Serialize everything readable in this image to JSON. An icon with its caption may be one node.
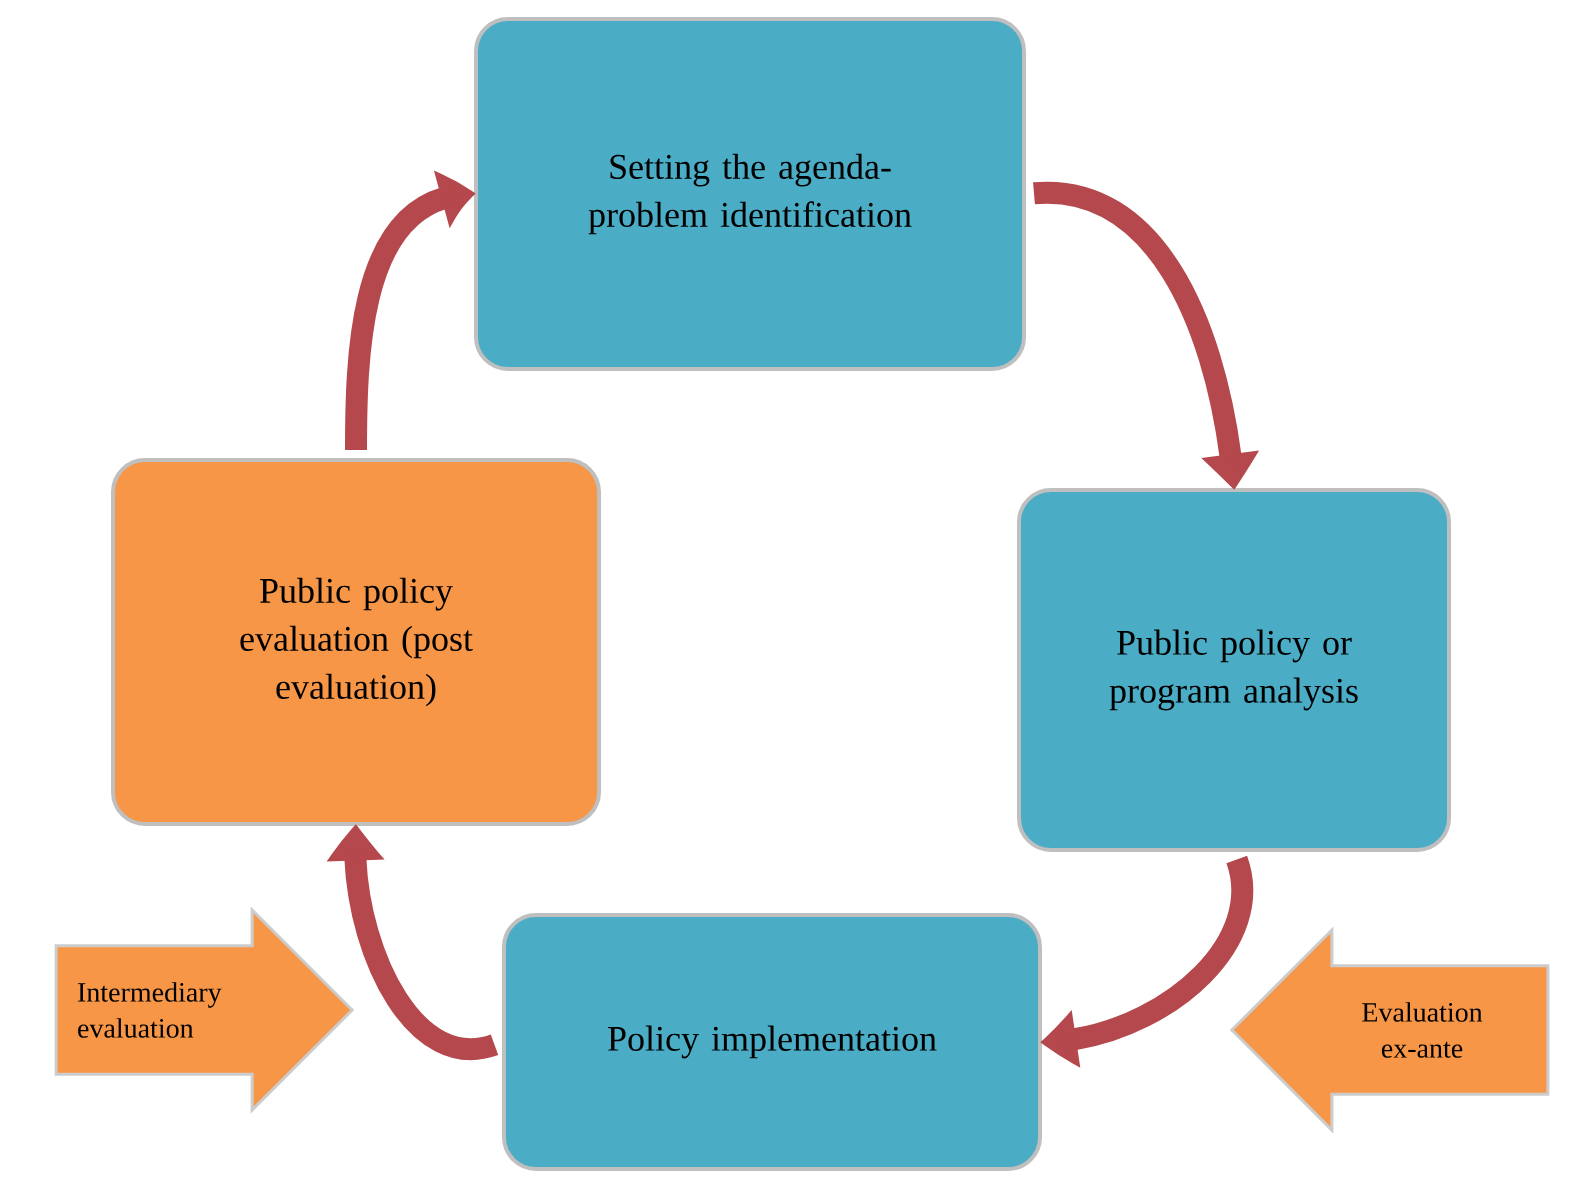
{
  "diagram": {
    "nodes": [
      {
        "text": [
          "Setting the agenda-problem identification"
        ]
      },
      {
        "text": [
          "Public policy or program analysis"
        ]
      },
      {
        "text": [
          "Policy implementation"
        ]
      },
      {
        "text": [
          "Public policy evaluation (post evaluation)"
        ]
      },
      {
        "text": [
          "Intermediary evaluation"
        ]
      },
      {
        "text": [
          "Evaluation ex-ante"
        ]
      }
    ],
    "edges": [
      {
        "from": 0,
        "to": 1,
        "arrow": "to"
      },
      {
        "from": 1,
        "to": 2,
        "arrow": "to"
      },
      {
        "from": 2,
        "to": 3,
        "arrow": "to"
      },
      {
        "from": 3,
        "to": 0,
        "arrow": "to"
      }
    ]
  }
}
